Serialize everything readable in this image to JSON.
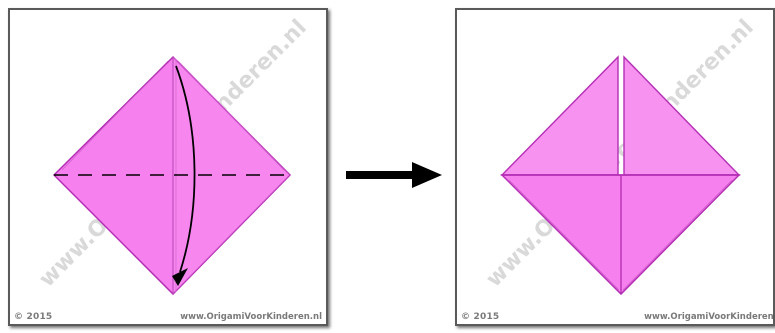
{
  "watermark": {
    "text": "www.OrigamiVoorKinderen.nl",
    "color": "#b9b9b9"
  },
  "panels": [
    {
      "copyright": "© 2015",
      "site": "www.OrigamiVoorKinderen.nl"
    },
    {
      "copyright": "© 2015",
      "site": "www.OrigamiVoorKinderen.n"
    }
  ],
  "colors": {
    "paper": "#f681ee",
    "paper_light": "#f892f1",
    "paper_dark": "#e56fe0",
    "crease": "#c04fc0",
    "outline": "#b42fb4",
    "frame": "#5a5a5a",
    "arrow": "#000000"
  },
  "icons": {
    "step_arrow": "right-arrow-icon",
    "fold_arrow": "curved-down-arrow-icon",
    "fold_line": "dashed-valley-fold-line"
  }
}
